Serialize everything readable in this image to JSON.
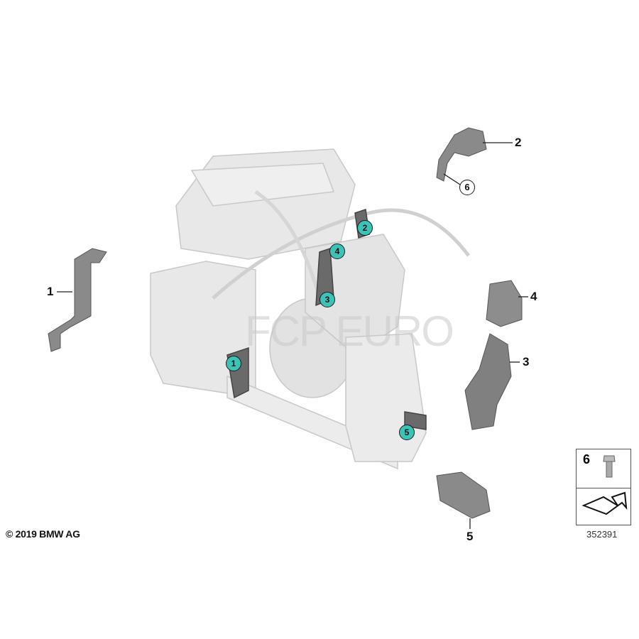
{
  "diagram": {
    "callouts": [
      "1",
      "2",
      "3",
      "4",
      "5",
      "6"
    ],
    "part_labels": [
      "1",
      "2",
      "3",
      "4",
      "5"
    ],
    "legend": {
      "number": "6",
      "icon": "bolt-icon",
      "arrow_icon": "direction-arrow-icon"
    },
    "reference_number": "352391",
    "copyright": "© 2019 BMW AG",
    "watermark": "FCP EURO",
    "colors": {
      "callout": "#3cc3b8",
      "assembly": "#e6e6e6",
      "part": "#8a8a8a"
    }
  }
}
